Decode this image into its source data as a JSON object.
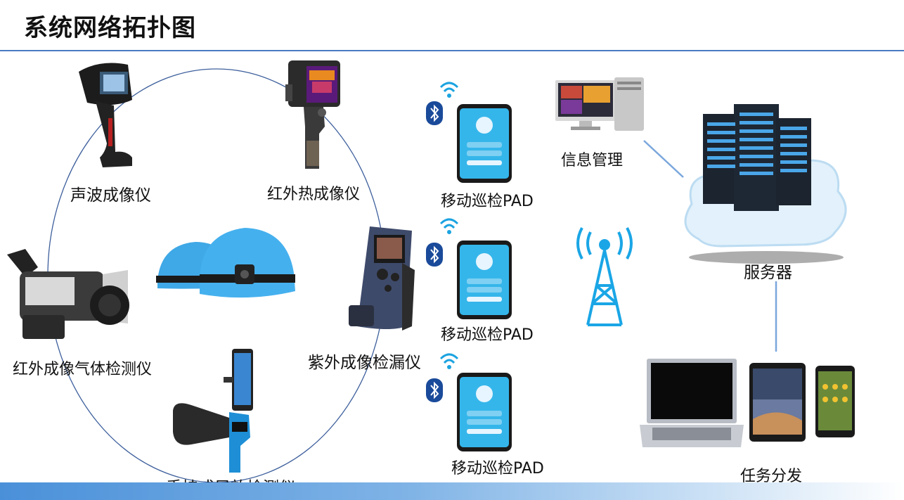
{
  "page": {
    "title": "系统网络拓扑图"
  },
  "devices": {
    "acoustic": "声波成像仪",
    "ir_thermal": "红外热成像仪",
    "ir_gas": "红外成像气体检测仪",
    "uv_leak": "紫外成像检漏仪",
    "handheld_pd": "手持式局放检测仪"
  },
  "pads": [
    "移动巡检PAD",
    "移动巡检PAD",
    "移动巡检PAD"
  ],
  "info_mgmt": "信息管理",
  "server": "服务器",
  "task_dist": "任务分发",
  "colors": {
    "accent": "#4a7ac3",
    "wifi": "#1ba3e0",
    "helmet": "#3fa8e6",
    "pad_screen": "#35b6ea",
    "tower": "#1aa6e6"
  }
}
